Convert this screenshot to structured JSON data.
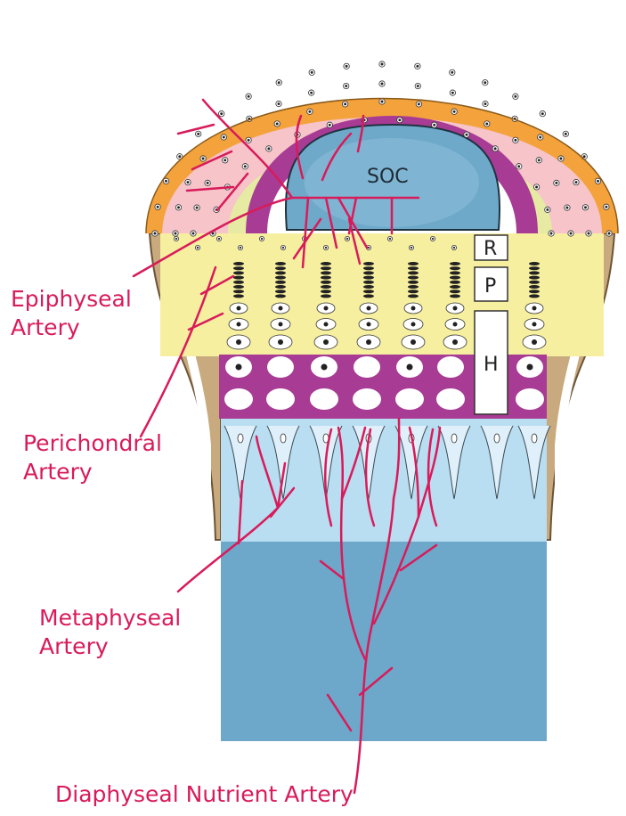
{
  "labels": {
    "soc": "SOC",
    "zone_r": "R",
    "zone_p": "P",
    "zone_h": "H",
    "epiphyseal_line1": "Epiphyseal",
    "epiphyseal_line2": "Artery",
    "perichondral_line1": "Perichondral",
    "perichondral_line2": "Artery",
    "metaphyseal_line1": "Metaphyseal",
    "metaphyseal_line2": "Artery",
    "diaphyseal": "Diaphyseal Nutrient Artery"
  },
  "colors": {
    "artery": "#d81b5a",
    "perichondrium": "#f3a23c",
    "articular_cartilage": "#f6c4c9",
    "growth_plate": "#f7efa0",
    "hypertrophic_band": "#a83b94",
    "soc_fill": "#6fa9c9",
    "metaphysis": "#b9ddf1",
    "diaphysis": "#6da7c9",
    "periosteum": "#c9aa7e"
  }
}
